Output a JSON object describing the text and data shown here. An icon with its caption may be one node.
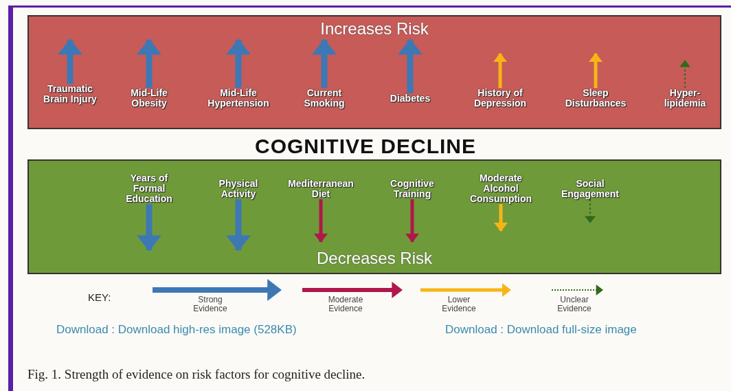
{
  "diagram": {
    "title": "COGNITIVE DECLINE",
    "caption": "Fig. 1. Strength of evidence on risk factors for cognitive decline.",
    "nodes": [
      {
        "text": [
          "Increases Risk"
        ]
      },
      {
        "text": [
          "Traumatic Brain Injury"
        ],
        "in": 0
      },
      {
        "text": [
          "Mid-Life Obesity"
        ],
        "in": 0
      },
      {
        "text": [
          "Mid-Life Hypertension"
        ],
        "in": 0
      },
      {
        "text": [
          "Current Smoking"
        ],
        "in": 0
      },
      {
        "text": [
          "Diabetes"
        ],
        "in": 0
      },
      {
        "text": [
          "History of Depression"
        ],
        "in": 0
      },
      {
        "text": [
          "Sleep Disturbances"
        ],
        "in": 0
      },
      {
        "text": [
          "Hyper-lipidemia"
        ],
        "in": 0
      },
      {
        "text": [
          "Decreases Risk"
        ]
      },
      {
        "text": [
          "Years of Formal Education"
        ],
        "in": 9
      },
      {
        "text": [
          "Physical Activity"
        ],
        "in": 9
      },
      {
        "text": [
          "Mediterranean Diet"
        ],
        "in": 9
      },
      {
        "text": [
          "Cognitive Training"
        ],
        "in": 9
      },
      {
        "text": [
          "Moderate Alcohol Consumption"
        ],
        "in": 9
      },
      {
        "text": [
          "Social Engagement"
        ],
        "in": 9
      }
    ],
    "edges": [
      {
        "from": 1,
        "to": null,
        "arrow": "to",
        "style": "thick"
      },
      {
        "from": 2,
        "to": null,
        "arrow": "to",
        "style": "thick"
      },
      {
        "from": 3,
        "to": null,
        "arrow": "to",
        "style": "thick"
      },
      {
        "from": 4,
        "to": null,
        "arrow": "to",
        "style": "thick"
      },
      {
        "from": 5,
        "to": null,
        "arrow": "to",
        "style": "thick"
      },
      {
        "from": 6,
        "to": null,
        "arrow": "to",
        "color": "#f7b515"
      },
      {
        "from": 7,
        "to": null,
        "arrow": "to",
        "color": "#f7b515"
      },
      {
        "from": 8,
        "to": null,
        "arrow": "to",
        "style": "dashed",
        "color": "#2e6b1a"
      },
      {
        "from": 10,
        "to": null,
        "arrow": "to",
        "style": "thick"
      },
      {
        "from": 11,
        "to": null,
        "arrow": "to",
        "style": "thick"
      },
      {
        "from": 12,
        "to": null,
        "arrow": "to",
        "color": "#b0174a"
      },
      {
        "from": 13,
        "to": null,
        "arrow": "to",
        "color": "#b0174a"
      },
      {
        "from": 14,
        "to": null,
        "arrow": "to",
        "color": "#f7b515"
      },
      {
        "from": 15,
        "to": null,
        "arrow": "to",
        "style": "dashed",
        "color": "#2e6b1a"
      }
    ],
    "labels": [
      "KEY:",
      "Download : Download high-res image (528KB)",
      "Download : Download full-size image"
    ],
    "legend": [
      {
        "text": "Strong Evidence"
      },
      {
        "text": "Moderate Evidence"
      },
      {
        "text": "Lower Evidence"
      },
      {
        "text": "Unclear Evidence"
      }
    ]
  }
}
